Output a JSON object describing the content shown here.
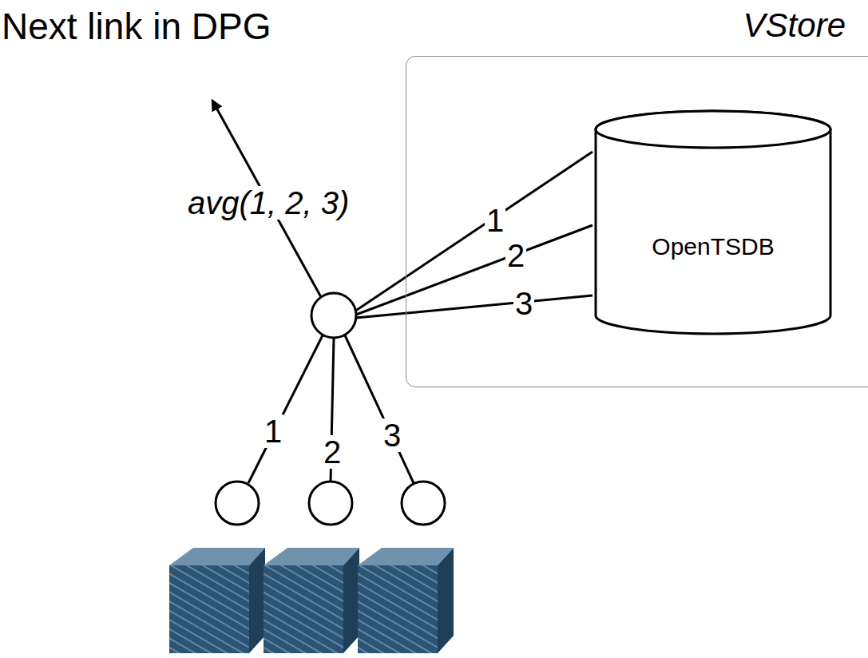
{
  "diagram": {
    "nodes": [
      {
        "text": [
          "VStore"
        ]
      },
      {
        "text": [
          "OpenTSDB"
        ],
        "in": 0
      }
    ],
    "labels": [
      "Next link in DPG",
      "avg(1, 2, 3)",
      "1",
      "2",
      "3",
      "1",
      "2",
      "3"
    ]
  }
}
